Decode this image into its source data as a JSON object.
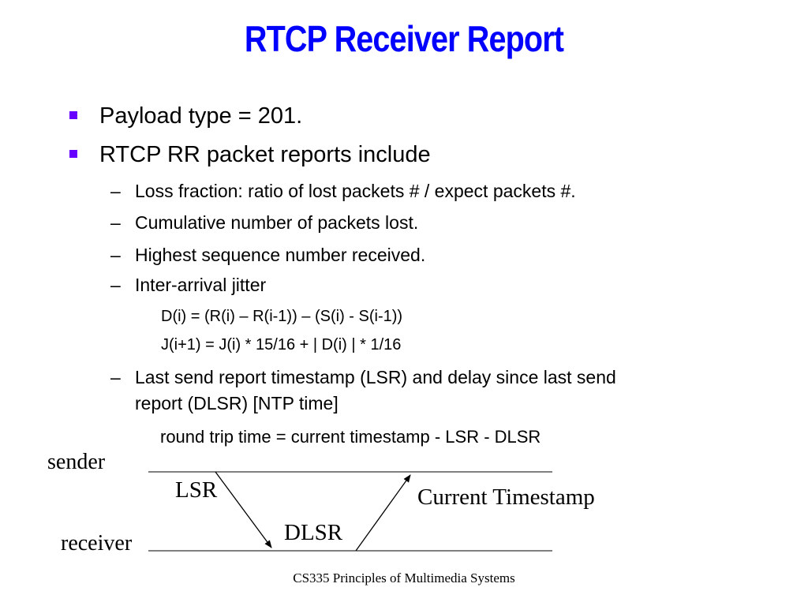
{
  "slide": {
    "title": "RTCP Receiver Report",
    "title_color": "#0000ff",
    "bullet_color": "#6600ff",
    "bullets": [
      {
        "text": "Payload type = 201."
      },
      {
        "text": "RTCP RR packet reports include"
      }
    ],
    "subitems": [
      {
        "dash": "–",
        "text": "Loss fraction: ratio of lost packets # / expect packets #."
      },
      {
        "dash": "–",
        "text": "Cumulative number of packets lost."
      },
      {
        "dash": "–",
        "text": "Highest sequence number received."
      },
      {
        "dash": "–",
        "text": "Inter-arrival jitter"
      },
      {
        "dash": "–",
        "text_line1": "Last send report timestamp (LSR) and delay since last send",
        "text_line2": "report (DLSR)  [NTP time]"
      }
    ],
    "formulas": [
      "D(i) = (R(i) –  R(i-1)) – (S(i) - S(i-1))",
      "J(i+1) = J(i) * 15/16 + | D(i) | * 1/16"
    ],
    "rtt_formula": "round trip time = current timestamp - LSR - DLSR"
  },
  "diagram": {
    "sender_label": "sender",
    "receiver_label": "receiver",
    "lsr_label": "LSR",
    "dlsr_label": "DLSR",
    "current_timestamp_label": "Current Timestamp"
  },
  "footer": {
    "text": "CS335 Principles of Multimedia Systems"
  }
}
